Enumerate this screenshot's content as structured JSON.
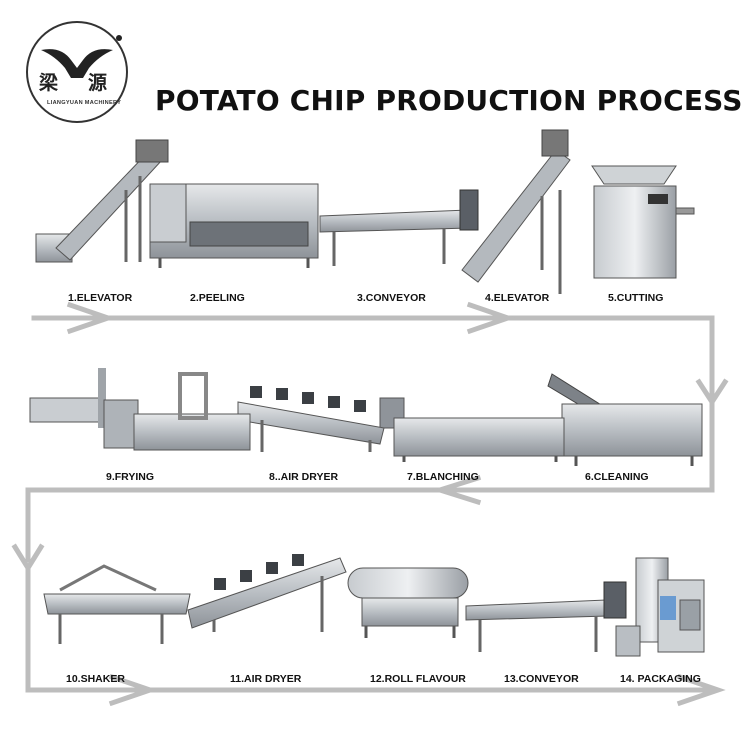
{
  "brand": {
    "chinese_left": "梁",
    "chinese_right": "源",
    "english": "LIANGYUAN MACHINERY"
  },
  "title": "POTATO CHIP PRODUCTION PROCESS",
  "steps": [
    {
      "label": "1.ELEVATOR",
      "machine": "elevator"
    },
    {
      "label": "2.PEELING",
      "machine": "peeling"
    },
    {
      "label": "3.CONVEYOR",
      "machine": "conveyor"
    },
    {
      "label": "4.ELEVATOR",
      "machine": "elevator"
    },
    {
      "label": "5.CUTTING",
      "machine": "cutting"
    },
    {
      "label": "6.CLEANING",
      "machine": "cleaning"
    },
    {
      "label": "7.BLANCHING",
      "machine": "blanching"
    },
    {
      "label": "8..AIR DRYER",
      "machine": "air-dryer"
    },
    {
      "label": "9.FRYING",
      "machine": "frying"
    },
    {
      "label": "10.SHAKER",
      "machine": "shaker"
    },
    {
      "label": "11.AIR DRYER",
      "machine": "air-dryer"
    },
    {
      "label": "12.ROLL FLAVOUR",
      "machine": "roll-flavour"
    },
    {
      "label": "13.CONVEYOR",
      "machine": "conveyor"
    },
    {
      "label": "14. PACKAGING",
      "machine": "packaging"
    }
  ],
  "colors": {
    "flow_arrow": "#bdbdbd",
    "steel_light": "#d9dcdf",
    "steel_mid": "#a9aeb3",
    "steel_dark": "#5c6066",
    "text": "#111111"
  }
}
